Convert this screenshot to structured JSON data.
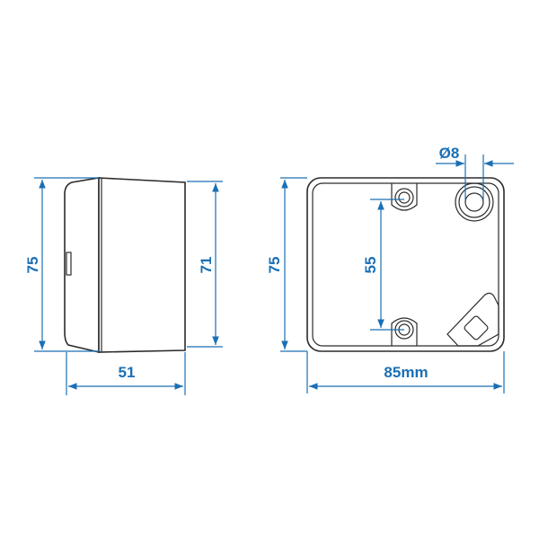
{
  "colors": {
    "dimension": "#1a6fb5",
    "outline": "#2b2b2b",
    "background": "#ffffff"
  },
  "side_view": {
    "height_outer": "75",
    "height_inner": "71",
    "depth": "51"
  },
  "front_view": {
    "height": "75",
    "width": "85mm",
    "hole_spacing": "55",
    "hole_diameter": "Ø8"
  }
}
